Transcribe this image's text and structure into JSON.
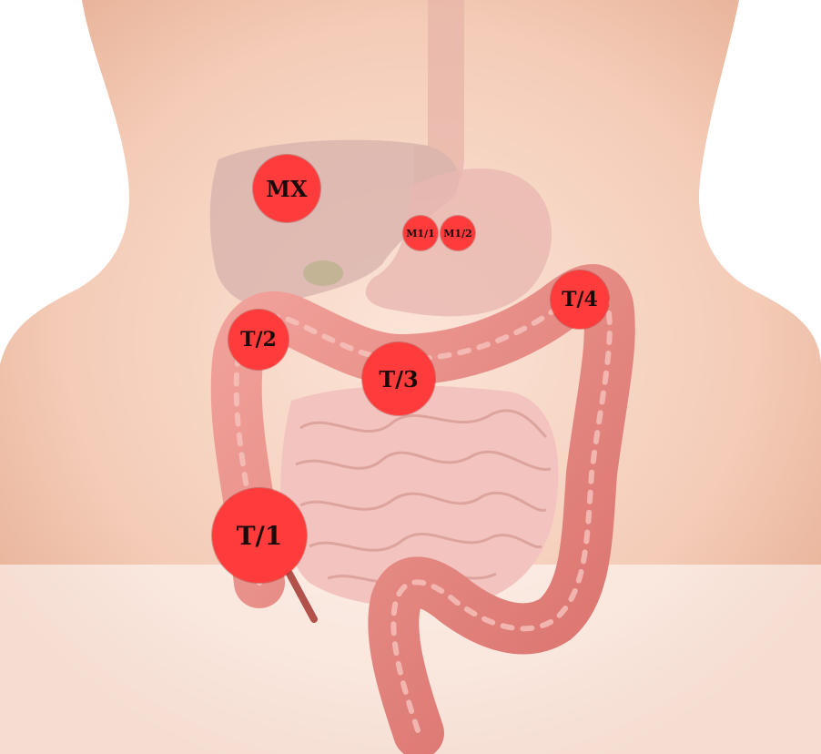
{
  "figure": {
    "markers": [
      {
        "id": "mx",
        "label": "MX"
      },
      {
        "id": "m1-1",
        "label": "M1/1"
      },
      {
        "id": "m1-2",
        "label": "M1/2"
      },
      {
        "id": "t1",
        "label": "T/1"
      },
      {
        "id": "t2",
        "label": "T/2"
      },
      {
        "id": "t3",
        "label": "T/3"
      },
      {
        "id": "t4",
        "label": "T/4"
      }
    ],
    "colors": {
      "marker_fill": "#ff3b3b",
      "skin": "#f3c9b3",
      "liver": "#d8b3ad",
      "stomach": "#e8b8b0",
      "colon": "#e98b86",
      "small_intestine": "#f3c4bf"
    }
  }
}
